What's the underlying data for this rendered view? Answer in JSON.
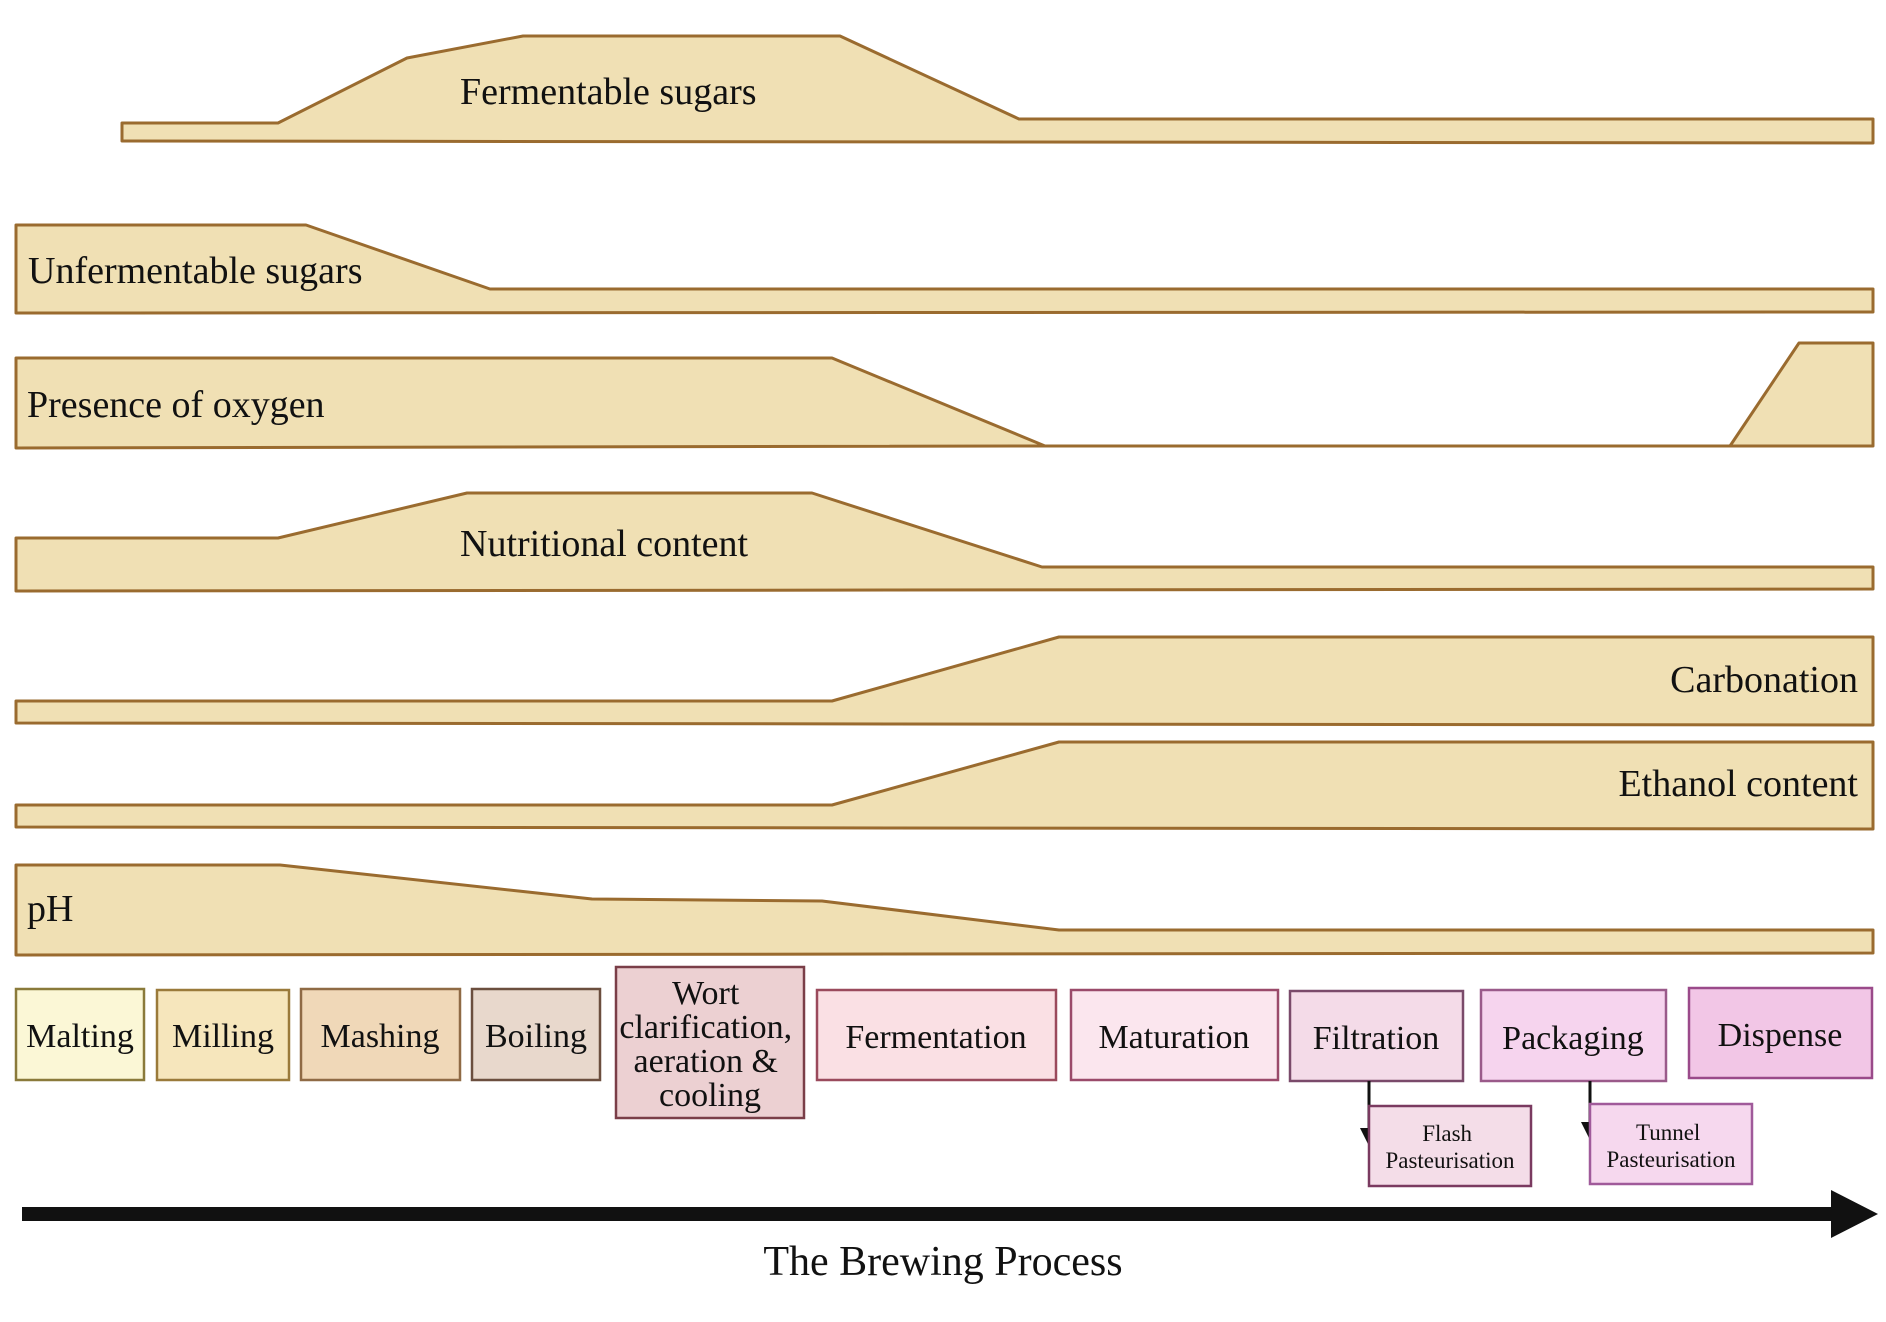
{
  "bands": [
    {
      "id": "fermentable-sugars",
      "label": "Fermentable sugars"
    },
    {
      "id": "unfermentable-sugars",
      "label": "Unfermentable sugars"
    },
    {
      "id": "presence-of-oxygen",
      "label": "Presence of  oxygen"
    },
    {
      "id": "nutritional-content",
      "label": "Nutritional content"
    },
    {
      "id": "carbonation",
      "label": "Carbonation"
    },
    {
      "id": "ethanol-content",
      "label": "Ethanol content"
    },
    {
      "id": "ph",
      "label": "pH"
    }
  ],
  "stages": [
    {
      "id": "malting",
      "label": [
        "Malting"
      ],
      "fill": "#fbf7d6",
      "stroke": "#8a7a3a"
    },
    {
      "id": "milling",
      "label": [
        "Milling"
      ],
      "fill": "#f6e6bc",
      "stroke": "#9a7a3a"
    },
    {
      "id": "mashing",
      "label": [
        "Mashing"
      ],
      "fill": "#f0d8b8",
      "stroke": "#8f6a45"
    },
    {
      "id": "boiling",
      "label": [
        "Boiling"
      ],
      "fill": "#e8d8cc",
      "stroke": "#6b4e3e"
    },
    {
      "id": "wort",
      "label": [
        "Wort",
        "clarification,",
        "aeration &",
        "cooling"
      ],
      "fill": "#ecd0d2",
      "stroke": "#7a3e48"
    },
    {
      "id": "fermentation",
      "label": [
        "Fermentation"
      ],
      "fill": "#fae0e4",
      "stroke": "#9a4a5c"
    },
    {
      "id": "maturation",
      "label": [
        "Maturation"
      ],
      "fill": "#fbe6ee",
      "stroke": "#9a4a6a"
    },
    {
      "id": "filtration",
      "label": [
        "Filtration"
      ],
      "fill": "#f4dbe8",
      "stroke": "#7a4a6a"
    },
    {
      "id": "packaging",
      "label": [
        "Packaging"
      ],
      "fill": "#f6d4ee",
      "stroke": "#9a5a8a"
    },
    {
      "id": "dispense",
      "label": [
        "Dispense"
      ],
      "fill": "#f2c6e6",
      "stroke": "#9a4a8a"
    }
  ],
  "sub_steps": [
    {
      "id": "flash-pasteurisation",
      "label": [
        "Flash",
        "Pasteurisation"
      ],
      "fill": "#f4dde8",
      "stroke": "#7a3a60"
    },
    {
      "id": "tunnel-pasteurisation",
      "label": [
        "Tunnel",
        "Pasteurisation"
      ],
      "fill": "#f6d8ee",
      "stroke": "#a05a9a"
    }
  ],
  "axis": {
    "label": "The Brewing Process"
  }
}
